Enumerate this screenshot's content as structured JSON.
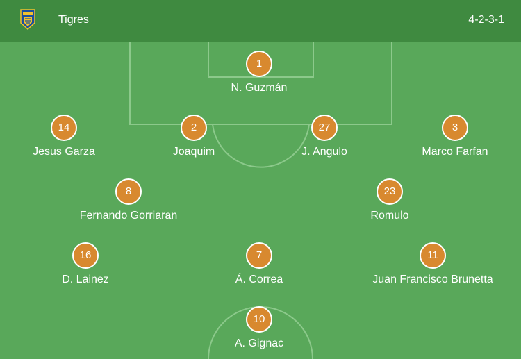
{
  "header": {
    "team_name": "Tigres",
    "formation": "4-2-3-1",
    "logo_icon": "tigres-crest-icon",
    "background_color": "#3f8a40"
  },
  "pitch": {
    "grass_color": "#59a85a",
    "line_color": "#8cc98b"
  },
  "player_style": {
    "shirt_color": "#d8892f",
    "text_color": "#ffffff"
  },
  "lineup": {
    "goalkeeper": [
      {
        "number": "1",
        "name": "N. Guzmán"
      }
    ],
    "defenders": [
      {
        "number": "14",
        "name": "Jesus Garza"
      },
      {
        "number": "2",
        "name": "Joaquim"
      },
      {
        "number": "27",
        "name": "J. Angulo"
      },
      {
        "number": "3",
        "name": "Marco Farfan"
      }
    ],
    "defensive_midfielders": [
      {
        "number": "8",
        "name": "Fernando Gorriaran"
      },
      {
        "number": "23",
        "name": "Romulo"
      }
    ],
    "attacking_midfielders": [
      {
        "number": "16",
        "name": "D. Lainez"
      },
      {
        "number": "7",
        "name": "Á. Correa"
      },
      {
        "number": "11",
        "name": "Juan Francisco Brunetta"
      }
    ],
    "forwards": [
      {
        "number": "10",
        "name": "A. Gignac"
      }
    ]
  }
}
